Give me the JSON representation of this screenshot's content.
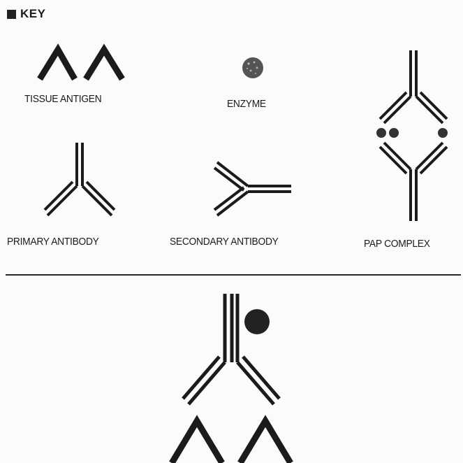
{
  "key": {
    "title": "KEY"
  },
  "legend_items": [
    {
      "label": "TISSUE ANTIGEN"
    },
    {
      "label": "ENZYME"
    },
    {
      "label": "PRIMARY ANTIBODY"
    },
    {
      "label": "SECONDARY ANTIBODY"
    },
    {
      "label": "PAP COMPLEX"
    }
  ],
  "colors": {
    "ink": "#1b1b1b",
    "background": "#fbfbf9",
    "enzyme_dark": "#222222"
  }
}
